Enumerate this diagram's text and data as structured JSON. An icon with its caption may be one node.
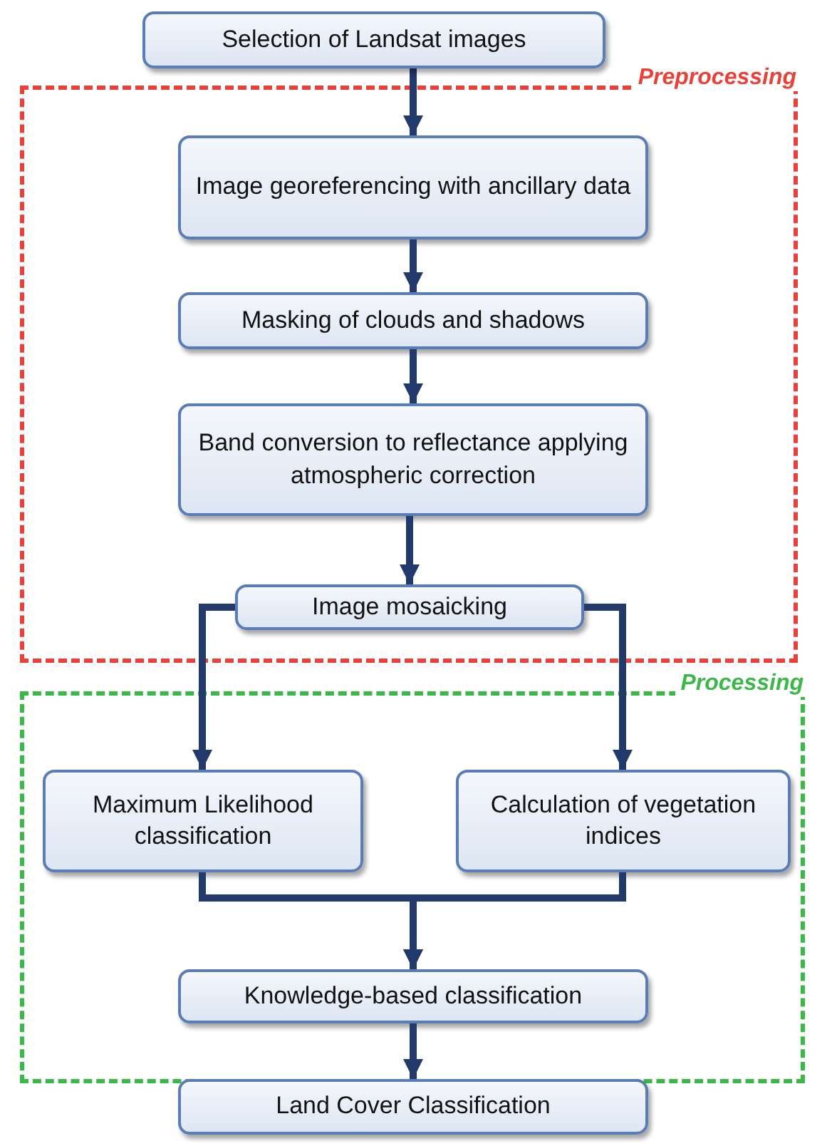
{
  "diagram": {
    "nodes": [
      {
        "text": [
          "Selection of Landsat images"
        ]
      },
      {
        "text": [
          "Preprocessing"
        ]
      },
      {
        "text": [
          "Image georeferencing with ancillary data"
        ],
        "in": 1
      },
      {
        "text": [
          "Masking of clouds and shadows"
        ],
        "in": 1
      },
      {
        "text": [
          "Band conversion to reflectance applying atmospheric correction"
        ],
        "in": 1
      },
      {
        "text": [
          "Image mosaicking"
        ],
        "in": 1
      },
      {
        "text": [
          "Processing"
        ]
      },
      {
        "text": [
          "Maximum Likelihood classification"
        ],
        "in": 6
      },
      {
        "text": [
          "Calculation of vegetation indices"
        ],
        "in": 6
      },
      {
        "text": [
          "Knowledge-based classification"
        ],
        "in": 6
      },
      {
        "text": [
          "Land Cover Classification"
        ]
      }
    ],
    "edges": [
      {
        "from": 0,
        "to": 2,
        "arrow": "to"
      },
      {
        "from": 2,
        "to": 3,
        "arrow": "to"
      },
      {
        "from": 3,
        "to": 4,
        "arrow": "to"
      },
      {
        "from": 4,
        "to": 5,
        "arrow": "to"
      },
      {
        "from": 5,
        "to": 7,
        "arrow": "to"
      },
      {
        "from": 5,
        "to": 8,
        "arrow": "to"
      },
      {
        "from": 7,
        "to": 9,
        "arrow": "to"
      },
      {
        "from": 8,
        "to": 9,
        "arrow": "to"
      },
      {
        "from": 9,
        "to": 10,
        "arrow": "to"
      }
    ]
  }
}
